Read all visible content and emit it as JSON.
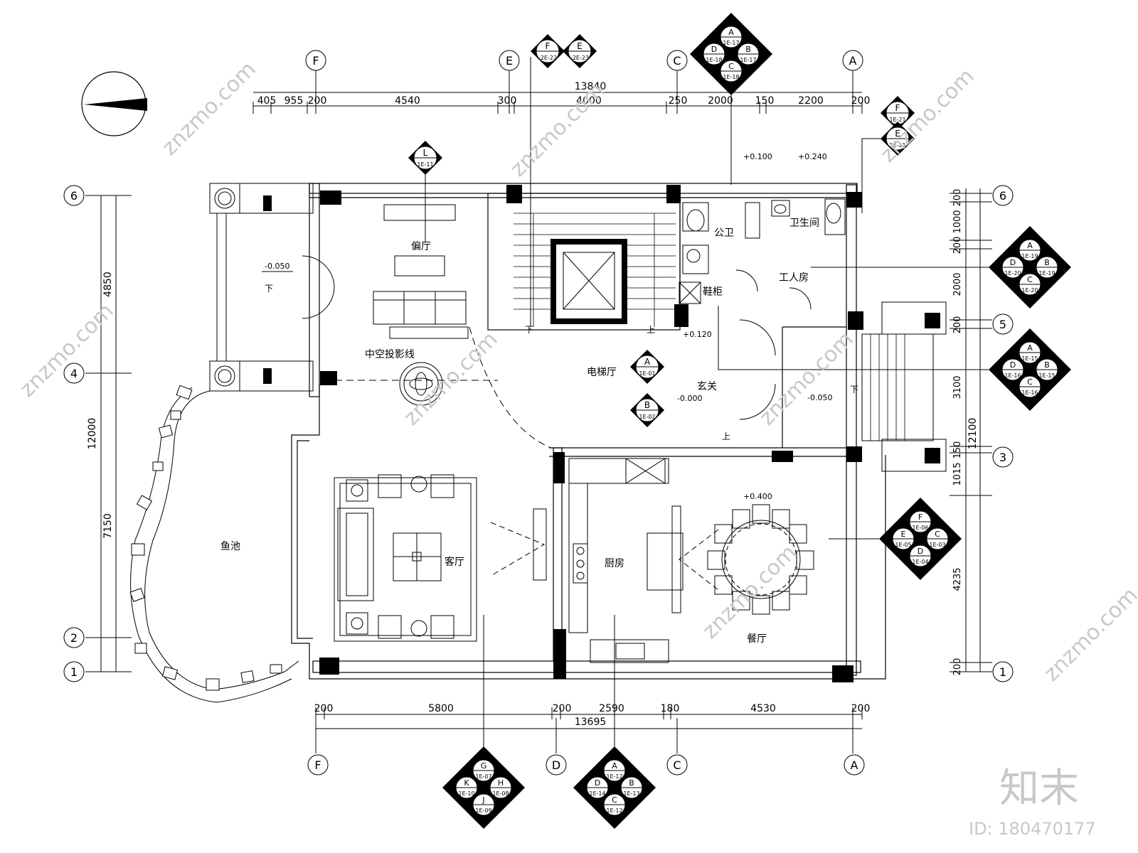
{
  "drawing": {
    "total_width_top": "13840",
    "total_width_bottom": "13695",
    "total_height": "12000",
    "top_dims": [
      "405",
      "955",
      "200",
      "4540",
      "300",
      "4000",
      "250",
      "2000",
      "150",
      "2200",
      "200"
    ],
    "bottom_dims": [
      "200",
      "5800",
      "200",
      "2590",
      "180",
      "4530",
      "200"
    ],
    "left_dims": [
      "4850",
      "7150"
    ],
    "right_dims": [
      "200",
      "1000",
      "200",
      "2000",
      "200",
      "3100",
      "150",
      "1015",
      "4235",
      "200"
    ],
    "right_total": "12100",
    "axes_top": [
      "F",
      "E",
      "C",
      "A"
    ],
    "axes_bottom": [
      "F",
      "D",
      "C",
      "A"
    ],
    "axes_left": [
      "6",
      "4",
      "2",
      "1"
    ],
    "axes_right": [
      "6",
      "5",
      "3",
      "1"
    ]
  },
  "rooms": {
    "side_hall": "偏厅",
    "elevator_hall": "电梯厅",
    "foyer": "玄关",
    "public_wc": "公卫",
    "bathroom": "卫生间",
    "servant_room": "工人房",
    "shoe_cabinet": "鞋柜",
    "living_room": "客厅",
    "kitchen": "厨房",
    "dining_room": "餐厅",
    "fish_pond": "鱼池",
    "void_line": "中空投影线"
  },
  "levels": {
    "side_hall": "-0.050",
    "entry": "+0.120",
    "foyer": "-0.000",
    "steps": "-0.050",
    "wc": "+0.100",
    "bath": "+0.240",
    "dining": "+0.400"
  },
  "stairs": {
    "down": "下",
    "up": "上"
  },
  "index_symbols": {
    "L": [
      "L",
      "1E-11"
    ],
    "A_mid": [
      "A",
      "1E-01"
    ],
    "B_mid": [
      "B",
      "1E-02"
    ],
    "F_top": [
      "F",
      "-2E-22"
    ],
    "E_top": [
      "E",
      "-2E-23"
    ],
    "F_right": [
      "F",
      "1E-21"
    ],
    "E_right": [
      "E",
      "1E-21"
    ],
    "top_cluster": [
      "A",
      "1E-17",
      "D",
      "1E-18",
      "B",
      "1E-17",
      "C",
      "1E-18"
    ],
    "right_cluster_1": [
      "A",
      "1E-19",
      "D",
      "1E-20",
      "B",
      "1E-19",
      "C",
      "1E-20"
    ],
    "right_cluster_2": [
      "A",
      "1E-15",
      "D",
      "1E-16",
      "B",
      "1E-15",
      "C",
      "1E-16"
    ],
    "right_cluster_3": [
      "F",
      "1E-06",
      "E",
      "1E-05",
      "C",
      "1E-03",
      "D",
      "1E-04"
    ],
    "bottom_cluster_1": [
      "G",
      "1E-07",
      "K",
      "1E-10",
      "H",
      "1E-08",
      "J",
      "1E-09"
    ],
    "bottom_cluster_2": [
      "A",
      "1E-12",
      "D",
      "1E-14",
      "B",
      "1E-13",
      "C",
      "1E-12"
    ]
  },
  "watermark": {
    "site": "znzmo.com",
    "brand": "知末",
    "id": "ID: 180470177"
  }
}
